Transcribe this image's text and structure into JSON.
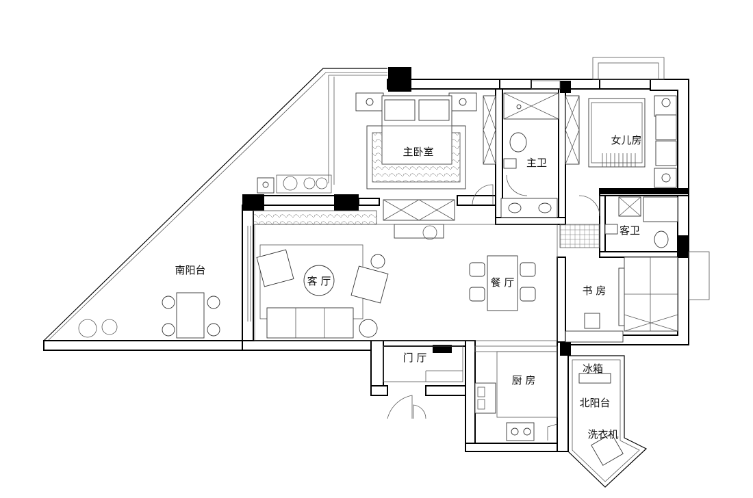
{
  "rooms": {
    "master_bedroom": "主卧室",
    "master_bath": "主卫",
    "daughter_room": "女儿房",
    "guest_bath": "客卫",
    "south_balcony": "南阳台",
    "living_room": "客  厅",
    "dining_room": "餐  厅",
    "study": "书  房",
    "entrance": "门  厅",
    "kitchen": "厨  房",
    "fridge": "冰箱",
    "north_balcony": "北阳台",
    "washer": "洗衣机"
  }
}
